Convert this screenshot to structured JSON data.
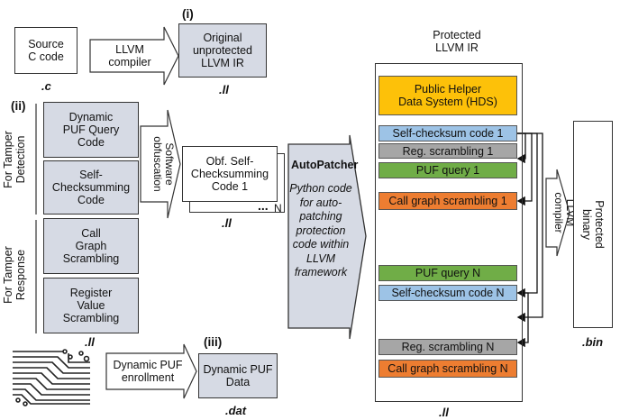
{
  "colors": {
    "hds": "#fdc109",
    "checksum": "#9dc3e6",
    "scrambling": "#a6a6a6",
    "puf": "#70ad47",
    "callgraph": "#ed7d31",
    "input_box": "#d6dae4"
  },
  "top": {
    "source_code": "Source\nC code",
    "source_ext": ".c",
    "compiler_arrow": "LLVM\ncompiler",
    "tag": "(i)",
    "original_ir": "Original\nunprotected\nLLVM IR",
    "original_ext": ".ll"
  },
  "middle": {
    "tag": "(ii)",
    "tamper_detection": "For Tamper\nDetection",
    "tamper_response": "For Tamper\nResponse",
    "puf_query_code": "Dynamic\nPUF Query\nCode",
    "self_checksumming_code": "Self-\nChecksumming\nCode",
    "call_graph_scrambling": "Call\nGraph\nScrambling",
    "register_value_scrambling": "Register\nValue\nScrambling",
    "group_ext": ".ll",
    "obfuscation_arrow": "Software\nobfuscation",
    "obf_box": "Obf. Self-\nChecksumming\nCode 1",
    "obf_more": "...",
    "obf_n": "N",
    "obf_ext": ".ll"
  },
  "autopatcher": {
    "title": "AutoPatcher",
    "desc": "Python code\nfor auto-\npatching\nprotection\ncode within\nLLVM\nframework"
  },
  "bottom": {
    "enrollment_arrow": "Dynamic PUF\nenrollment",
    "tag": "(iii)",
    "puf_data": "Dynamic PUF\nData",
    "puf_data_ext": ".dat"
  },
  "protected": {
    "title": "Protected\nLLVM IR",
    "hds": "Public Helper\nData System (HDS)",
    "strips": [
      "Self-checksum code 1",
      "Reg. scrambling 1",
      "PUF query 1",
      "Call graph scrambling 1",
      "PUF query N",
      "Self-checksum code N",
      "Reg. scrambling N",
      "Call graph scrambling N"
    ],
    "ext": ".ll",
    "compiler_arrow": "LLVM\ncompiler",
    "binary": "Protected\nbinary",
    "binary_ext": ".bin"
  }
}
